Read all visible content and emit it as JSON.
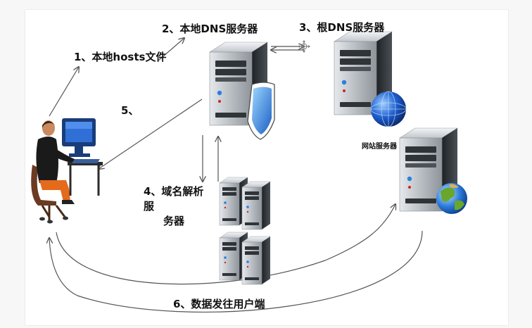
{
  "labels": {
    "step1": "1、本地hosts文件",
    "step2": "2、本地DNS服务器",
    "step3": "3、根DNS服务器",
    "step4_line1": "4、域名解析服",
    "step4_line2": "务器",
    "step5": "5、",
    "step6": "6、数据发往用户端",
    "website_server": "网站服务器"
  },
  "icons": {
    "user": "person-at-computer-icon",
    "local_dns": "server-with-shield-icon",
    "root_dns": "server-with-globe-icon",
    "website": "server-with-earth-globe-icon",
    "resolver": "server-cluster-icon",
    "cursor": "move-cursor-icon"
  },
  "colors": {
    "arrow": "#555555",
    "server_body": "#3a3f44",
    "server_front": "#c8ccd0",
    "globe_blue": "#1e4fb0",
    "earth_green": "#6aa62b",
    "person_orange": "#e46a1c"
  }
}
